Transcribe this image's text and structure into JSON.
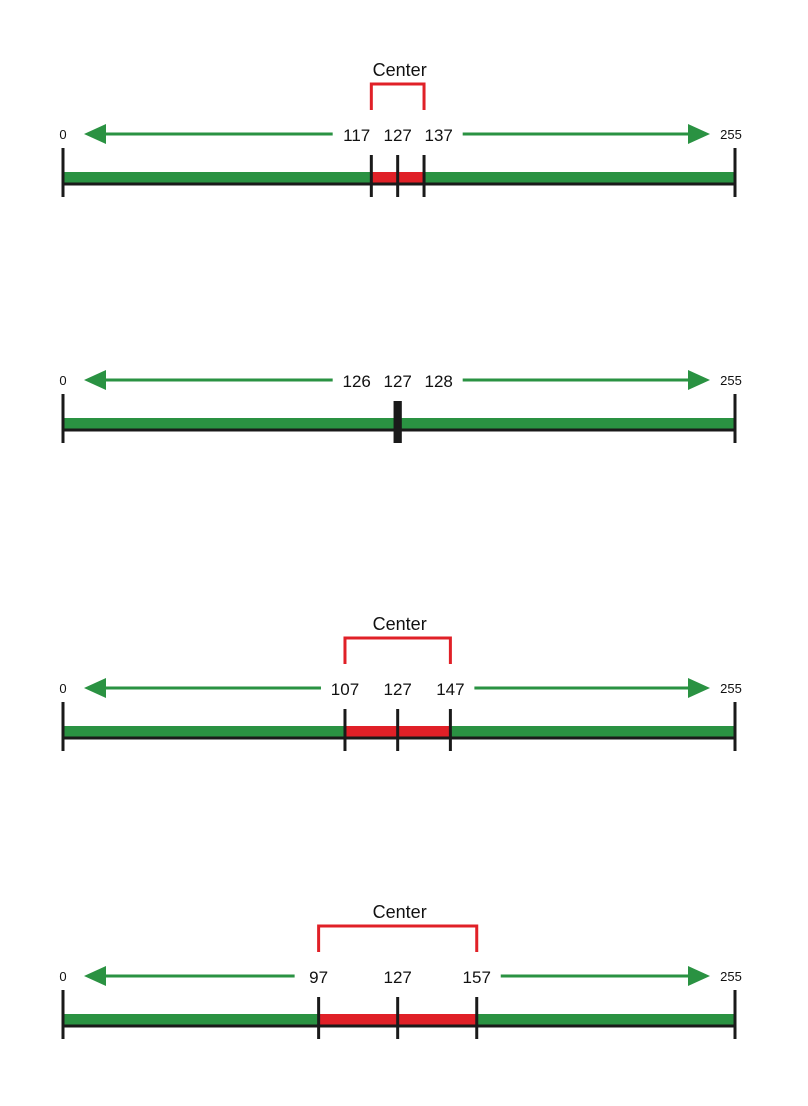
{
  "colors": {
    "range_bar": "#2a9242",
    "center_band": "#e02027",
    "axis": "#1a1a1a",
    "label_text": "#111111"
  },
  "diagrams": [
    {
      "min_label": "0",
      "max_label": "255",
      "center_title": "Center",
      "values": {
        "low": 117,
        "mid": 127,
        "high": 137
      },
      "labels": {
        "low": "117",
        "mid": "127",
        "high": "137"
      }
    },
    {
      "min_label": "0",
      "max_label": "255",
      "center_title": "",
      "values": {
        "low": 126,
        "mid": 127,
        "high": 128
      },
      "labels": {
        "low": "126",
        "mid": "127",
        "high": "128"
      }
    },
    {
      "min_label": "0",
      "max_label": "255",
      "center_title": "Center",
      "values": {
        "low": 107,
        "mid": 127,
        "high": 147
      },
      "labels": {
        "low": "107",
        "mid": "127",
        "high": "147"
      }
    },
    {
      "min_label": "0",
      "max_label": "255",
      "center_title": "Center",
      "values": {
        "low": 97,
        "mid": 127,
        "high": 157
      },
      "labels": {
        "low": "97",
        "mid": "127",
        "high": "157"
      }
    }
  ]
}
